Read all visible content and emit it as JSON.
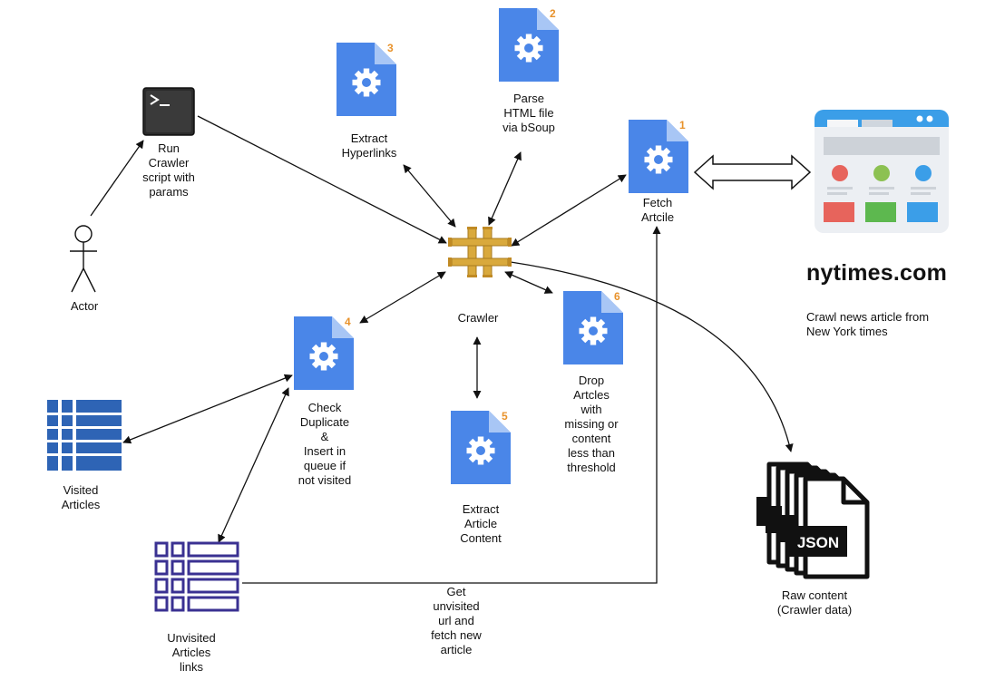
{
  "colors": {
    "doc_blue": "#4a86e8",
    "doc_fold": "#a8c6f5",
    "badge_orange": "#e8922b",
    "table_blue": "#2e64b5",
    "table_navy": "#3a3192",
    "crawler_gold": "#d9a93c",
    "line": "#111111"
  },
  "nodes": {
    "actor": {
      "label": "Actor",
      "icon": "actor-stick-figure-icon"
    },
    "run_script": {
      "label": "Run\nCrawler\nscript with\nparams",
      "icon": "terminal-icon"
    },
    "crawler": {
      "label": "Crawler",
      "icon": "crawler-gateway-icon"
    },
    "step1": {
      "number": "1",
      "label": "Fetch\nArtcile",
      "icon": "gear-document-icon"
    },
    "step2": {
      "number": "2",
      "label": "Parse\nHTML file\nvia bSoup",
      "icon": "gear-document-icon"
    },
    "step3": {
      "number": "3",
      "label": "Extract\nHyperlinks",
      "icon": "gear-document-icon"
    },
    "step4": {
      "number": "4",
      "label": "Check\nDuplicate\n&\nInsert in\nqueue if\nnot visited",
      "icon": "gear-document-icon"
    },
    "step5": {
      "number": "5",
      "label": "Extract\nArticle\nContent",
      "icon": "gear-document-icon"
    },
    "step6": {
      "number": "6",
      "label": "Drop\nArtcles\nwith\nmissing or\ncontent\nless than\nthreshold",
      "icon": "gear-document-icon"
    },
    "visited": {
      "label": "Visited\nArticles",
      "icon": "table-icon"
    },
    "unvisited": {
      "label": "Unvisited\nArticles\nlinks",
      "icon": "table-icon"
    },
    "website": {
      "title": "nytimes.com",
      "description": "Crawl news article from\nNew York times",
      "icon": "browser-window-icon"
    },
    "raw": {
      "label": "Raw content\n(Crawler data)",
      "icon": "json-files-icon",
      "file_text": "JSON"
    }
  },
  "edges": {
    "queue_loop_label": "Get\nunvisited\nurl and\nfetch new\narticle"
  }
}
